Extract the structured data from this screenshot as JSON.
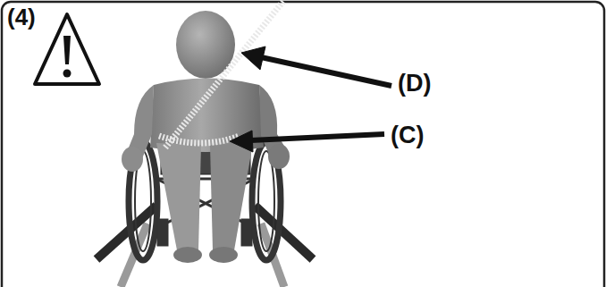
{
  "diagram": {
    "labels": [
      "(4)",
      "(D)",
      "(C)"
    ]
  }
}
